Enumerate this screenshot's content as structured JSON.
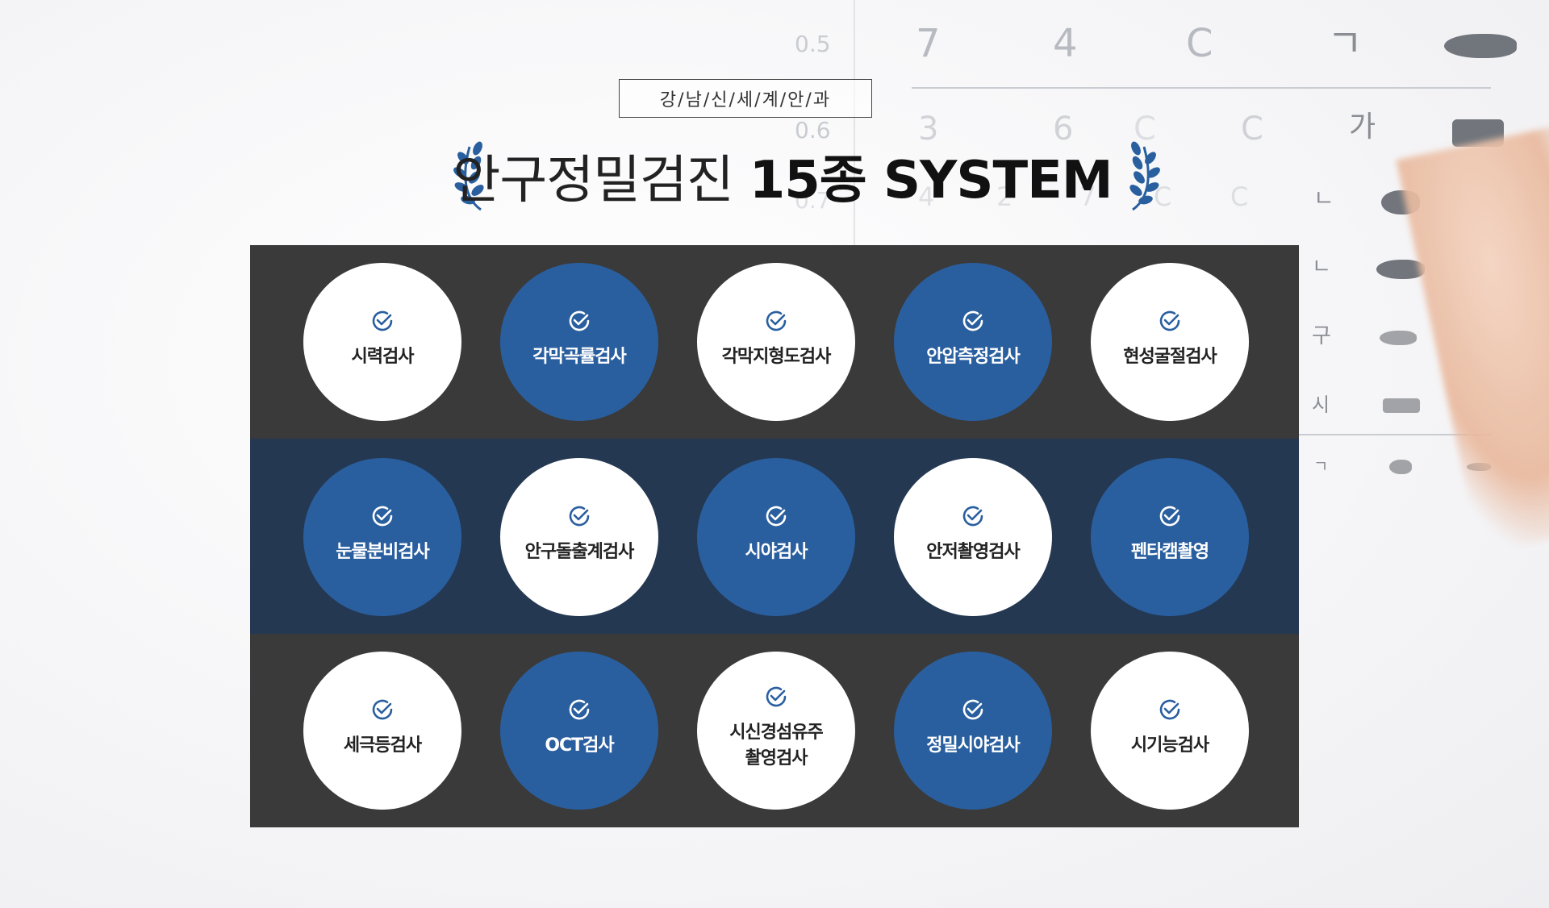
{
  "header": {
    "brand": "강/남/신/세/계/안/과",
    "title_light": "안구정밀검진",
    "title_bold": "15종 SYSTEM"
  },
  "colors": {
    "accent_blue": "#2a5f9f",
    "band_dark": "#3a3a3a",
    "band_navy": "#243852",
    "white": "#ffffff"
  },
  "background_chart": {
    "row_labels": [
      "0.5",
      "0.6",
      "0.7"
    ],
    "row1": [
      "7",
      "4",
      "C",
      "ㄱ"
    ],
    "row2": [
      "3",
      "6",
      "C",
      "C",
      "가"
    ],
    "row3": [
      "4",
      "2",
      "7",
      "C",
      "C",
      "ㄴ"
    ],
    "col_korean": [
      "ㄴ",
      "구",
      "시",
      "ㄱ"
    ]
  },
  "tests": [
    {
      "label": "시력검사",
      "style": "white"
    },
    {
      "label": "각막곡률검사",
      "style": "blue"
    },
    {
      "label": "각막지형도검사",
      "style": "white"
    },
    {
      "label": "안압측정검사",
      "style": "blue"
    },
    {
      "label": "현성굴절검사",
      "style": "white"
    },
    {
      "label": "눈물분비검사",
      "style": "blue"
    },
    {
      "label": "안구돌출계검사",
      "style": "white"
    },
    {
      "label": "시야검사",
      "style": "blue"
    },
    {
      "label": "안저촬영검사",
      "style": "white"
    },
    {
      "label": "펜타캠촬영",
      "style": "blue"
    },
    {
      "label": "세극등검사",
      "style": "white"
    },
    {
      "label": "OCT검사",
      "style": "blue"
    },
    {
      "label": "시신경섬유주\n촬영검사",
      "style": "white"
    },
    {
      "label": "정밀시야검사",
      "style": "blue"
    },
    {
      "label": "시기능검사",
      "style": "white"
    }
  ],
  "icons": {
    "check": "check-circle-icon",
    "laurel": "laurel-icon"
  }
}
